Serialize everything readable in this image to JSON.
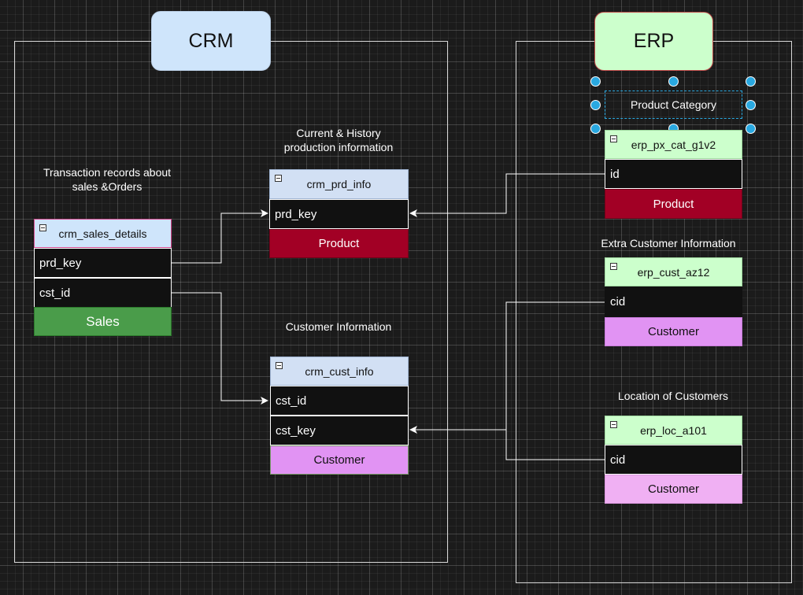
{
  "systems": {
    "crm": {
      "label": "CRM"
    },
    "erp": {
      "label": "ERP"
    }
  },
  "captions": {
    "sales": "Transaction records about\nsales &Orders",
    "prd": "Current & History\nproduction information",
    "cust": "Customer Information",
    "erp_cust": "Extra Customer Information",
    "loc": "Location of Customers"
  },
  "selection": {
    "label": "Product Category"
  },
  "tables": {
    "crm_sales_details": {
      "title": "crm_sales_details",
      "rows": [
        "prd_key",
        "cst_id"
      ],
      "footer": "Sales",
      "colors": {
        "title_bg": "#cfe5fb",
        "title_border": "#d64b8f",
        "footer_bg": "#4a9c4a"
      }
    },
    "crm_prd_info": {
      "title": "crm_prd_info",
      "rows": [
        "prd_key"
      ],
      "footer": "Product",
      "colors": {
        "title_bg": "#d2e0f4",
        "footer_bg": "#a20025"
      }
    },
    "crm_cust_info": {
      "title": "crm_cust_info",
      "rows": [
        "cst_id",
        "cst_key"
      ],
      "footer": "Customer",
      "colors": {
        "title_bg": "#d2e0f4",
        "footer_bg": "#e193f3"
      }
    },
    "erp_px_cat_g1v2": {
      "title": "erp_px_cat_g1v2",
      "rows": [
        "id"
      ],
      "footer": "Product",
      "colors": {
        "title_bg": "#ccffcc",
        "footer_bg": "#a20025"
      }
    },
    "erp_cust_az12": {
      "title": "erp_cust_az12",
      "rows": [
        "cid"
      ],
      "footer": "Customer",
      "colors": {
        "title_bg": "#ccffcc",
        "footer_bg": "#e193f3"
      }
    },
    "erp_loc_a101": {
      "title": "erp_loc_a101",
      "rows": [
        "cid"
      ],
      "footer": "Customer",
      "colors": {
        "title_bg": "#ccffcc",
        "footer_bg": "#f0b0f3"
      }
    }
  }
}
